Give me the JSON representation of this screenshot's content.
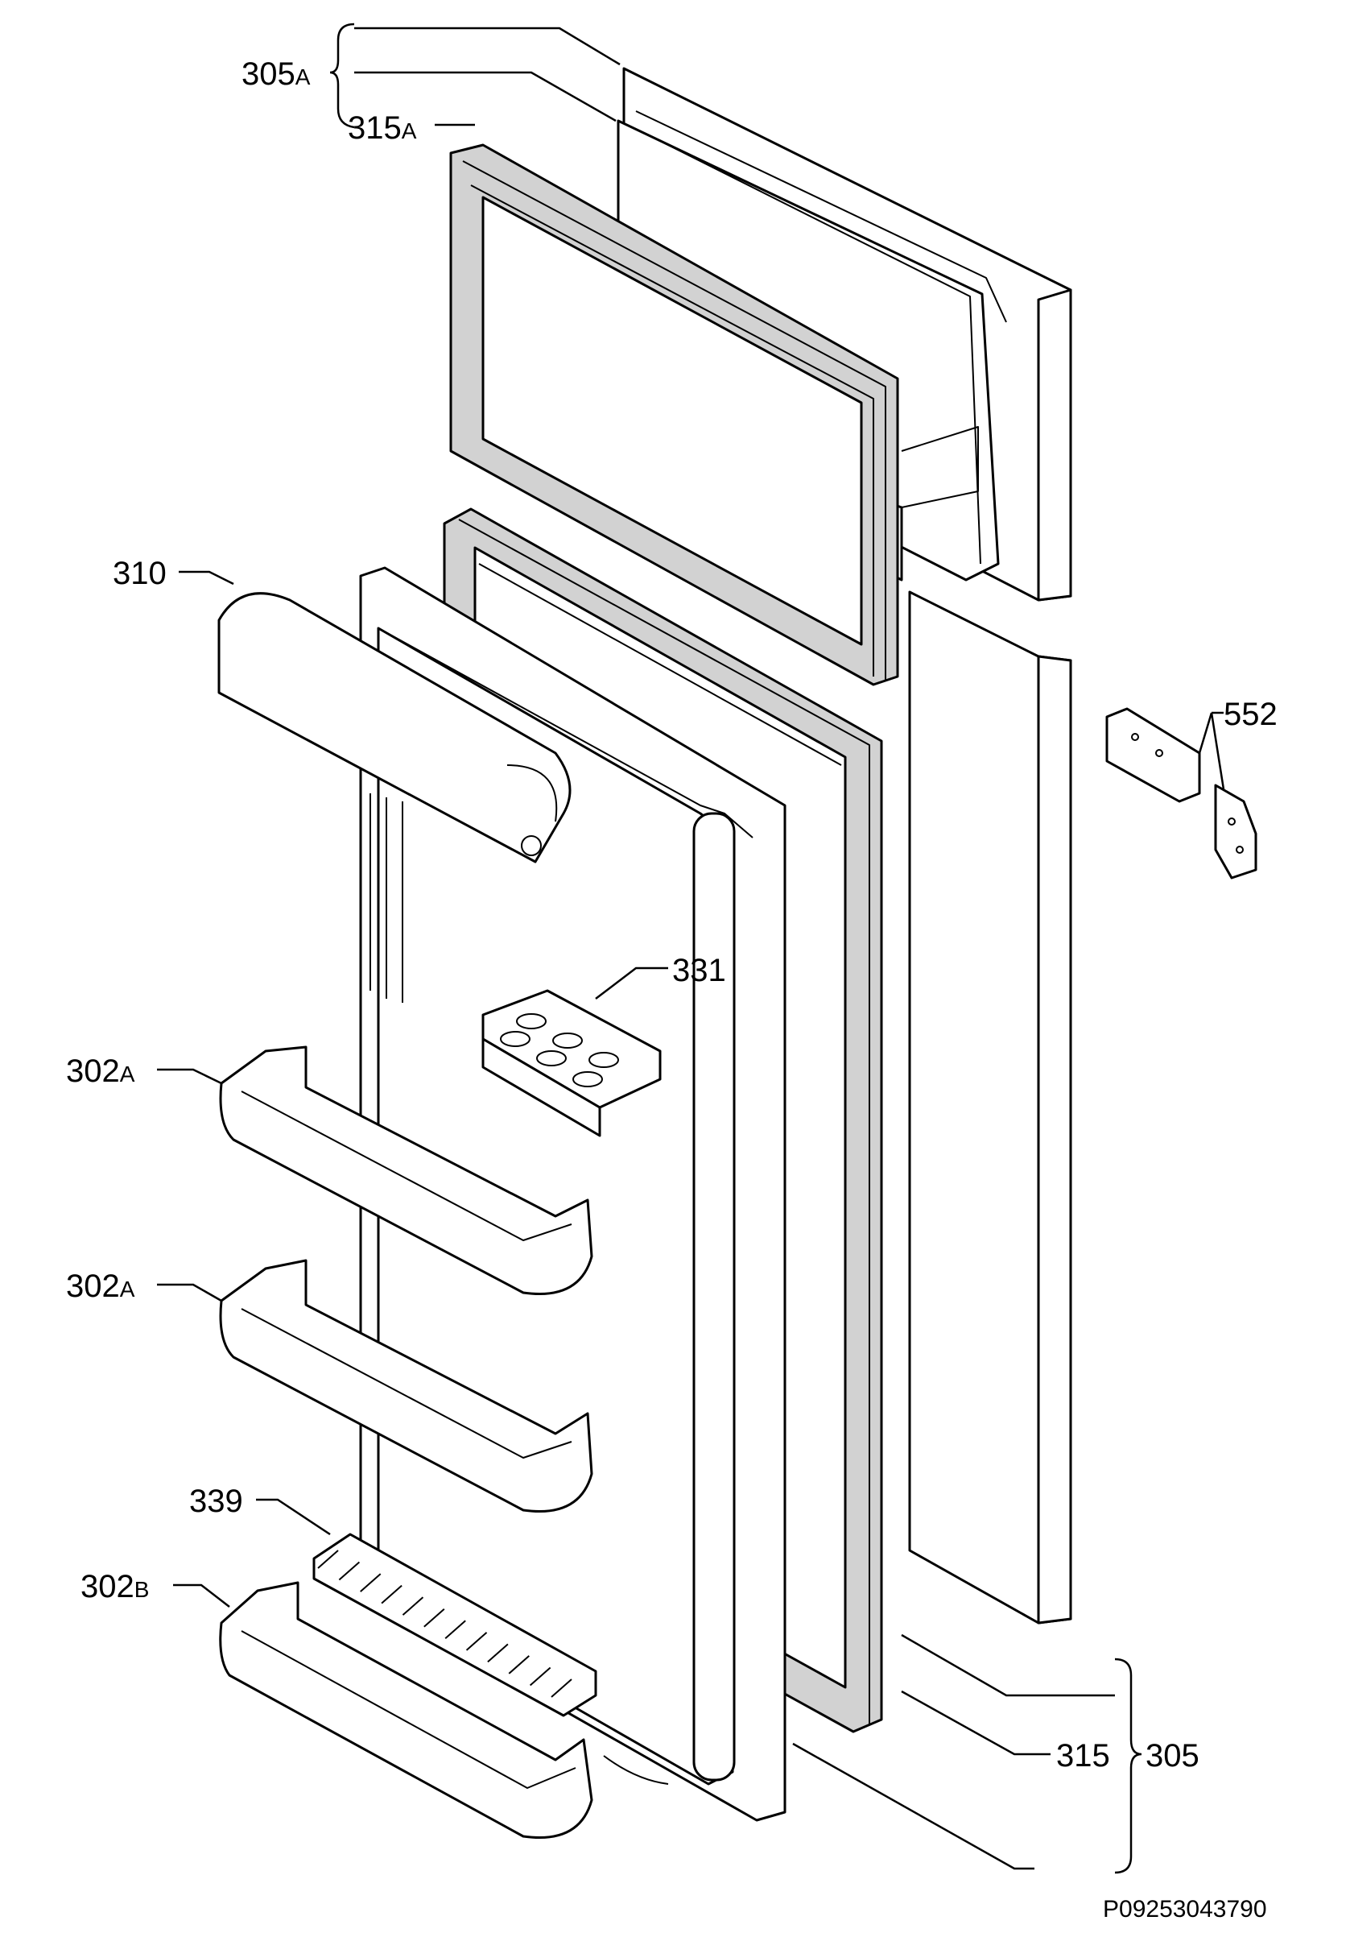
{
  "labels": {
    "l305A_num": "305",
    "l305A_sub": "A",
    "l315A_num": "315",
    "l315A_sub": "A",
    "l310": "310",
    "l552": "552",
    "l331": "331",
    "l302A1_num": "302",
    "l302A1_sub": "A",
    "l302A2_num": "302",
    "l302A2_sub": "A",
    "l339": "339",
    "l302B_num": "302",
    "l302B_sub": "B",
    "l315": "315",
    "l305": "305"
  },
  "reference": "P09253043790",
  "colors": {
    "line": "#000000",
    "background": "#ffffff",
    "gasket_fill": "#d2d2d2"
  }
}
